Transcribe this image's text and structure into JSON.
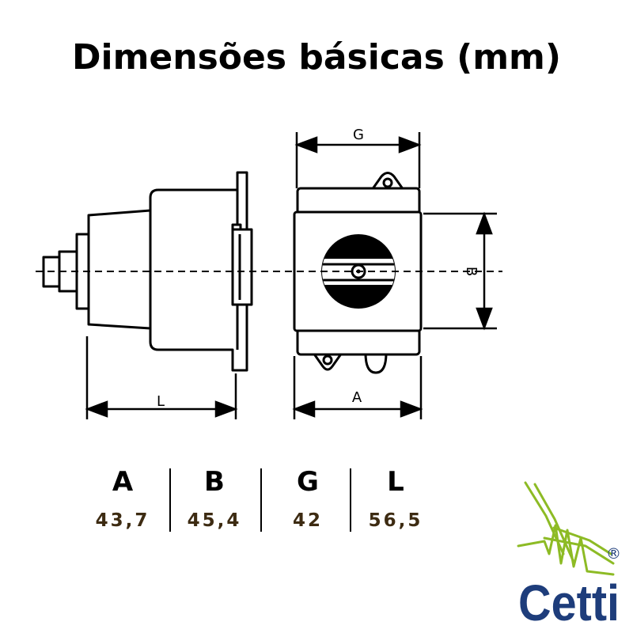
{
  "title": "Dimensões básicas (mm)",
  "drawing": {
    "dim_labels": {
      "g": "G",
      "b": "B",
      "a": "A",
      "l": "L"
    }
  },
  "table": {
    "columns": [
      {
        "header": "A",
        "value": "43,7"
      },
      {
        "header": "B",
        "value": "45,4"
      },
      {
        "header": "G",
        "value": "42"
      },
      {
        "header": "L",
        "value": "56,5"
      }
    ]
  },
  "logo": {
    "text": "Cetti",
    "registered": "®"
  },
  "colors": {
    "line": "#000000",
    "value_text": "#3d2b12",
    "logo_blue": "#1e3d7b",
    "logo_green": "#8dbb25"
  }
}
